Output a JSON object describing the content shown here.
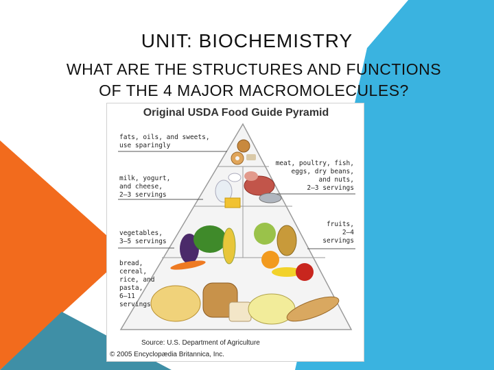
{
  "slide": {
    "title": "UNIT:  BIOCHEMISTRY",
    "subtitle_line1": "WHAT ARE THE STRUCTURES AND FUNCTIONS",
    "subtitle_line2": "OF THE 4 MAJOR MACROMOLECULES?"
  },
  "colors": {
    "orange": "#f26b1d",
    "light_blue": "#3ab3e0",
    "dark_teal": "#3f8fa6"
  },
  "pyramid": {
    "title": "Original USDA Food Guide Pyramid",
    "labels": {
      "fats": "fats, oils, and sweets,\nuse sparingly",
      "meat": "meat, poultry, fish,\neggs, dry beans,\nand nuts,\n2–3 servings",
      "milk": "milk, yogurt,\nand cheese,\n2–3 servings",
      "fruits": "fruits,\n2–4\nservings",
      "vegetables": "vegetables,\n3–5 servings",
      "bread": "bread,\ncereal,\nrice, and\npasta,\n6–11\nservings"
    },
    "source": "Source: U.S. Department of Agriculture",
    "copyright": "© 2005 Encyclopædia Britannica, Inc."
  }
}
